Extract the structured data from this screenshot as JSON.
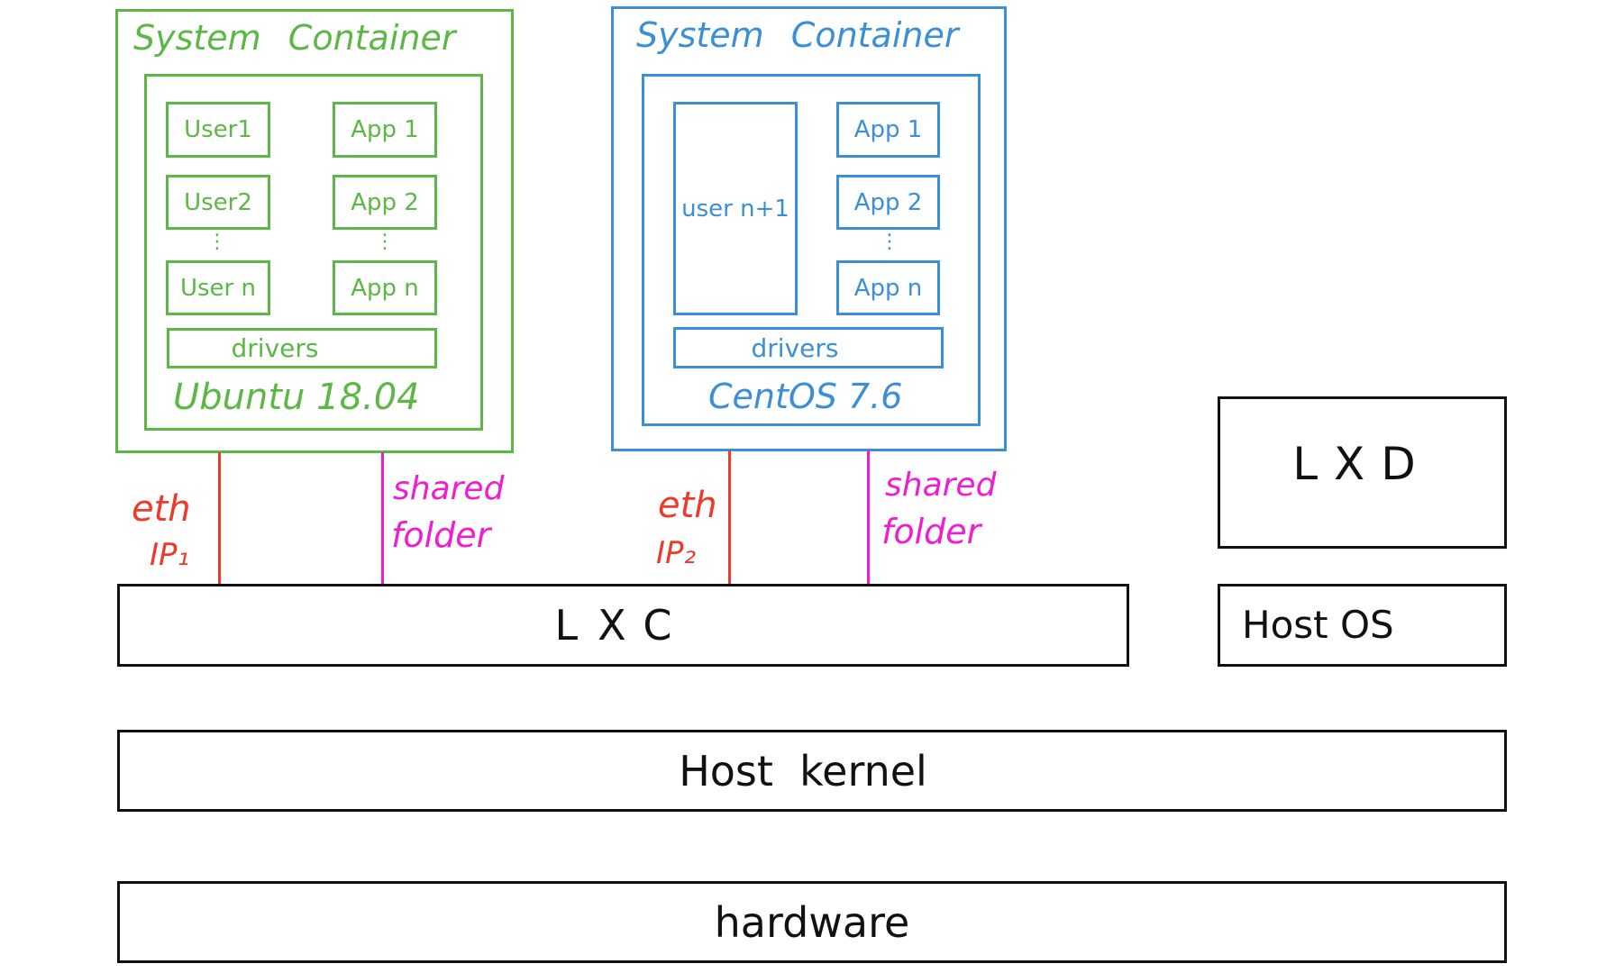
{
  "colors": {
    "container_ubuntu": "#5cb846",
    "container_centos": "#3a8fd6",
    "eth": "#ee3a2a",
    "shared_folder": "#f01cd0",
    "host": "#111111"
  },
  "containers": [
    {
      "title": "System Container",
      "os": "Ubuntu 18.04",
      "users": [
        "User1",
        "User2",
        "User n"
      ],
      "apps": [
        "App 1",
        "App 2",
        "App n"
      ],
      "ellipsis": "⋮",
      "drivers": "drivers",
      "eth_label": "eth",
      "ip_label": "IP₁",
      "shared_label_1": "shared",
      "shared_label_2": "folder"
    },
    {
      "title": "System Container",
      "os": "CentOS 7.6",
      "users": [
        "user n+1"
      ],
      "apps": [
        "App 1",
        "App 2",
        "App n"
      ],
      "ellipsis": "⋮",
      "drivers": "drivers",
      "eth_label": "eth",
      "ip_label": "IP₂",
      "shared_label_1": "shared",
      "shared_label_2": "folder"
    }
  ],
  "layers": {
    "lxc": "LXC",
    "lxd": "LXD",
    "host_os": "Host OS",
    "host_kernel": "Host  kernel",
    "hardware": "hardware"
  }
}
